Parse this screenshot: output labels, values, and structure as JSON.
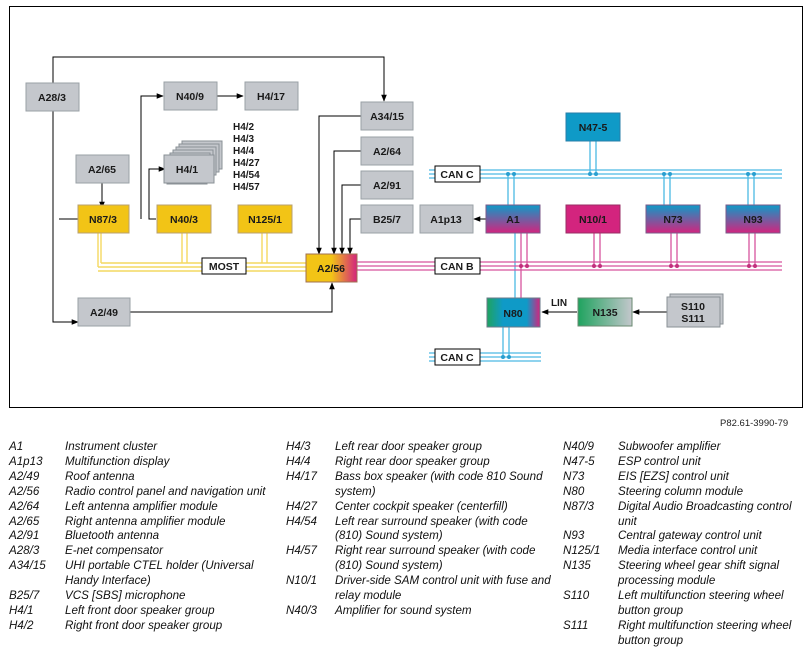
{
  "nodes": {
    "a28_3": "A28/3",
    "n40_9": "N40/9",
    "h4_17": "H4/17",
    "a34_15": "A34/15",
    "a2_65": "A2/65",
    "h4_1": "H4/1",
    "a2_64": "A2/64",
    "a2_91": "A2/91",
    "n47_5": "N47-5",
    "n87_3": "N87/3",
    "n40_3": "N40/3",
    "n125_1": "N125/1",
    "b25_7": "B25/7",
    "a1p13": "A1p13",
    "a1": "A1",
    "n10_1": "N10/1",
    "n73": "N73",
    "n93": "N93",
    "a2_56": "A2/56",
    "a2_49": "A2/49",
    "n80": "N80",
    "n135": "N135",
    "s110": "S110",
    "s111": "S111"
  },
  "speaker_list": [
    "H4/2",
    "H4/3",
    "H4/4",
    "H4/27",
    "H4/54",
    "H4/57"
  ],
  "bus_labels": {
    "most": "MOST",
    "can_c_top": "CAN C",
    "can_b": "CAN B",
    "can_c_bottom": "CAN C",
    "lin": "LIN"
  },
  "colors": {
    "yellow": "#f2c416",
    "grey": "#c4c7cc",
    "teal": "#0f9ac7",
    "magenta": "#d3247e",
    "green": "#1fa35f",
    "can_c_line": "#4cb9e3",
    "can_b_line": "#d7559d",
    "most_line": "#f4d860"
  },
  "reference": "P82.61-3990-79",
  "legend": [
    [
      {
        "code": "A1",
        "desc": "Instrument cluster"
      },
      {
        "code": "A1p13",
        "desc": "Multifunction display"
      },
      {
        "code": "A2/49",
        "desc": "Roof antenna"
      },
      {
        "code": "A2/56",
        "desc": "Radio control panel and navigation unit"
      },
      {
        "code": "A2/64",
        "desc": "Left antenna amplifier module"
      },
      {
        "code": "A2/65",
        "desc": "Right antenna amplifier module"
      },
      {
        "code": "A2/91",
        "desc": "Bluetooth antenna"
      },
      {
        "code": "A28/3",
        "desc": "E-net compensator"
      },
      {
        "code": "A34/15",
        "desc": "UHI portable CTEL holder (Universal Handy Interface)"
      },
      {
        "code": "B25/7",
        "desc": "VCS [SBS] microphone"
      },
      {
        "code": "H4/1",
        "desc": "Left front door speaker group"
      },
      {
        "code": "H4/2",
        "desc": "Right front door speaker group"
      }
    ],
    [
      {
        "code": "H4/3",
        "desc": "Left rear door speaker group"
      },
      {
        "code": "H4/4",
        "desc": "Right rear door speaker group"
      },
      {
        "code": "H4/17",
        "desc": "Bass box speaker (with code 810 Sound system)"
      },
      {
        "code": "H4/27",
        "desc": "Center cockpit speaker (centerfill)"
      },
      {
        "code": "H4/54",
        "desc": "Left rear surround speaker (with code (810) Sound system)"
      },
      {
        "code": "H4/57",
        "desc": "Right rear surround speaker (with code (810) Sound system)"
      },
      {
        "code": "N10/1",
        "desc": "Driver-side SAM control unit with fuse and relay module"
      },
      {
        "code": "N40/3",
        "desc": "Amplifier for sound system"
      }
    ],
    [
      {
        "code": "N40/9",
        "desc": "Subwoofer amplifier"
      },
      {
        "code": "N47-5",
        "desc": "ESP control unit"
      },
      {
        "code": "N73",
        "desc": "EIS [EZS] control unit"
      },
      {
        "code": "N80",
        "desc": "Steering column module"
      },
      {
        "code": "N87/3",
        "desc": "Digital Audio Broadcasting control unit"
      },
      {
        "code": "N93",
        "desc": "Central gateway control unit"
      },
      {
        "code": "N125/1",
        "desc": "Media interface control unit"
      },
      {
        "code": "N135",
        "desc": "Steering wheel gear shift signal processing module"
      },
      {
        "code": "S110",
        "desc": "Left multifunction steering wheel button group"
      },
      {
        "code": "S111",
        "desc": "Right multifunction steering wheel button group"
      }
    ]
  ]
}
